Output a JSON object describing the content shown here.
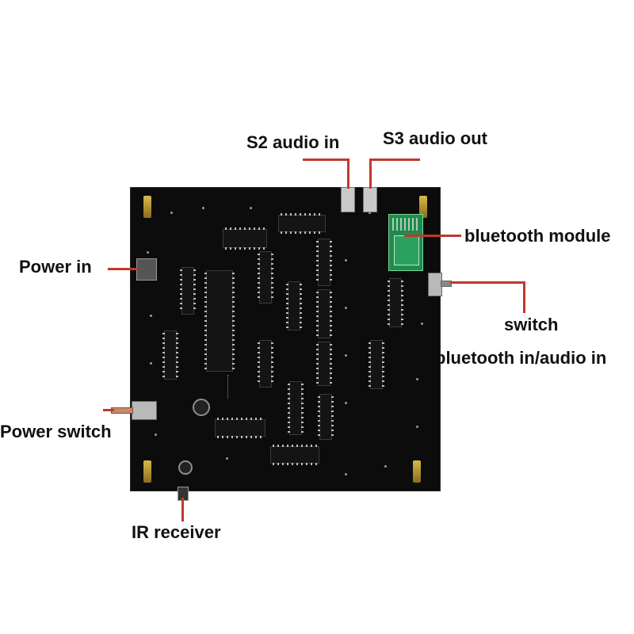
{
  "labels": {
    "s2_audio_in": "S2 audio in",
    "s3_audio_out": "S3 audio out",
    "bluetooth_module": "bluetooth module",
    "power_in": "Power in",
    "switch": "switch",
    "bluetooth_in_audio_in": "bluetooth in/audio in",
    "power_switch": "Power switch",
    "ir_receiver": "IR receiver"
  },
  "colors": {
    "callout": "#c0392b",
    "board": "#0c0c0c",
    "bluetooth_pcb": "#1f8b4c"
  }
}
